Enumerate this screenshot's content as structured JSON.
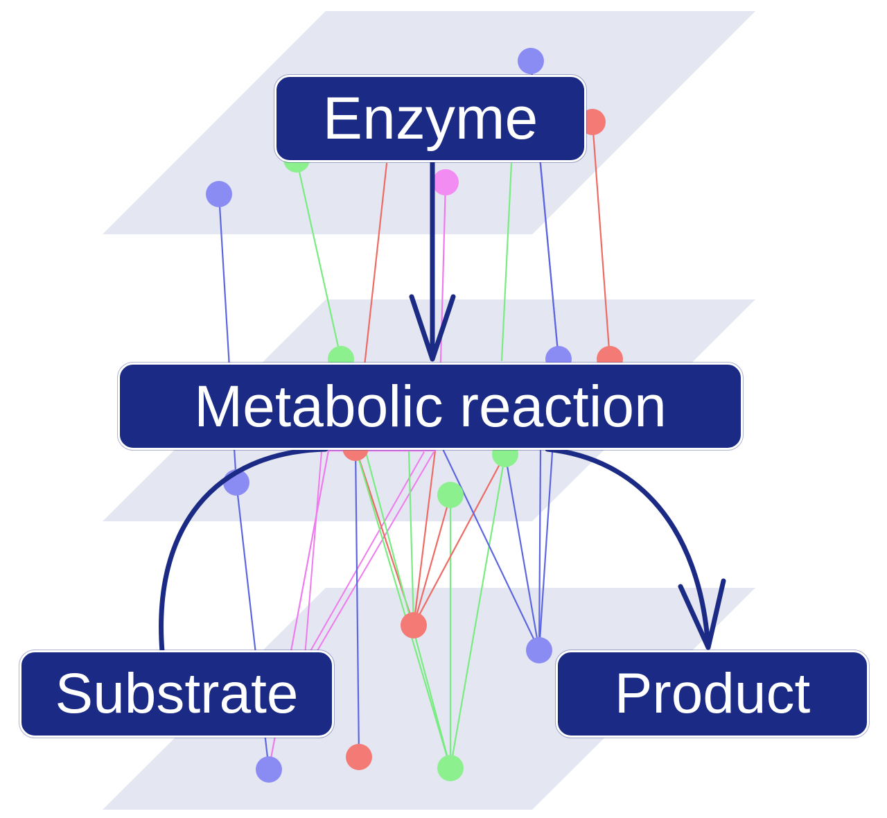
{
  "diagram": {
    "labels": {
      "enzyme": "Enzyme",
      "reaction": "Metabolic reaction",
      "substrate": "Substrate",
      "product": "Product"
    },
    "colors": {
      "plane": "#e4e6f1",
      "box": "#1b2a84",
      "box_text": "#ffffff",
      "arrow": "#1b2a84",
      "node_blue": "#8a8cf4",
      "node_red": "#f47a76",
      "node_green": "#8cf08e",
      "node_pink": "#f28cf2",
      "edge_blue": "#5c66e0",
      "edge_red": "#ee6a64",
      "edge_green": "#78ec80",
      "edge_pink": "#ee7aee"
    }
  }
}
